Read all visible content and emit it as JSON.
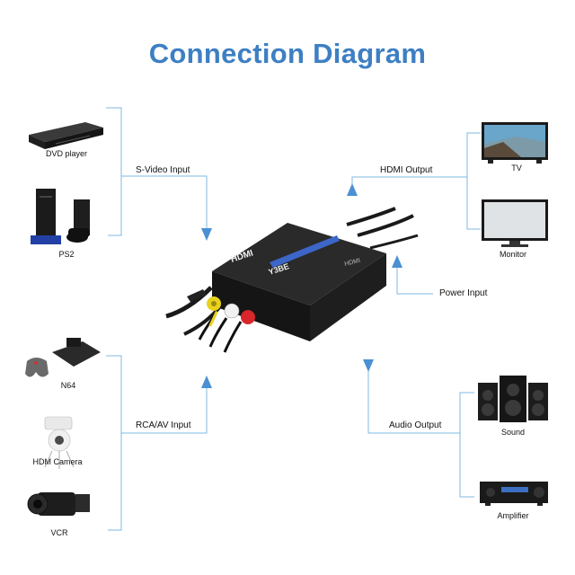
{
  "title": "Connection Diagram",
  "inputs": {
    "svideo_label": "S-Video Input",
    "rca_label": "RCA/AV Input"
  },
  "outputs": {
    "hdmi_label": "HDMI Output",
    "power_label": "Power Input",
    "audio_label": "Audio Output"
  },
  "devices": {
    "dvd": "DVD player",
    "ps2": "PS2",
    "n64": "N64",
    "camera": "HDM Camera",
    "vcr": "VCR",
    "tv": "TV",
    "monitor": "Monitor",
    "sound": "Sound",
    "amplifier": "Amplifier"
  },
  "converter": {
    "logo": "HDMI",
    "brand": "Y3BE",
    "port_label": "HDMI"
  },
  "colors": {
    "title": "#3d7fc4",
    "connector_line": "#7fb8e0",
    "arrow": "#4a90d2"
  }
}
